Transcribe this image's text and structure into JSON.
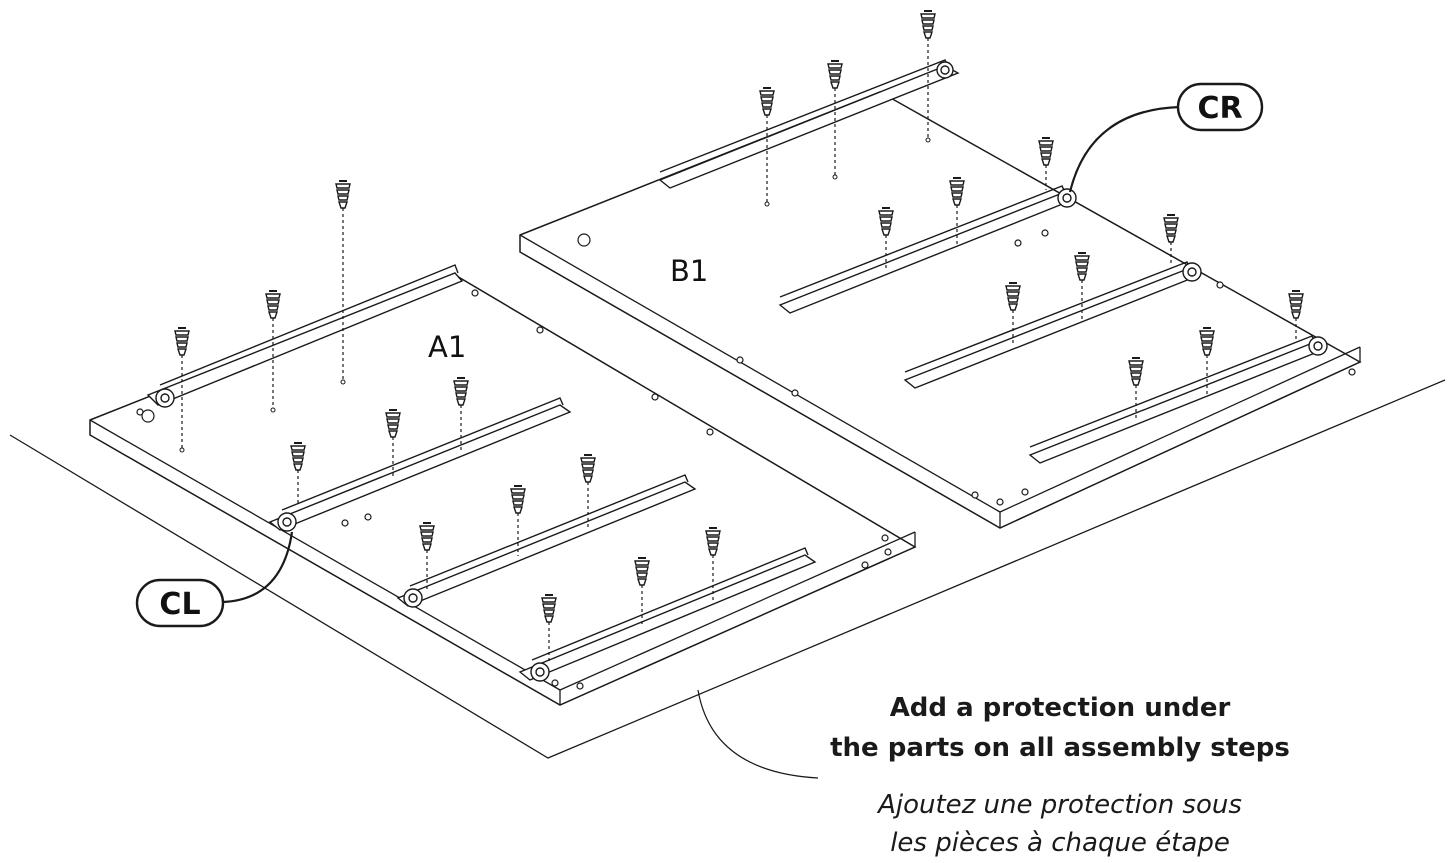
{
  "parts": {
    "a1": "A1",
    "b1": "B1"
  },
  "callouts": {
    "cl": "CL",
    "cr": "CR"
  },
  "note": {
    "en_line1": "Add a protection under",
    "en_line2": "the parts on all assembly steps",
    "fr_line1": "Ajoutez une protection sous",
    "fr_line2": "les pièces à chaque étape"
  },
  "colors": {
    "line": "#1a1a1a",
    "background": "#ffffff"
  }
}
